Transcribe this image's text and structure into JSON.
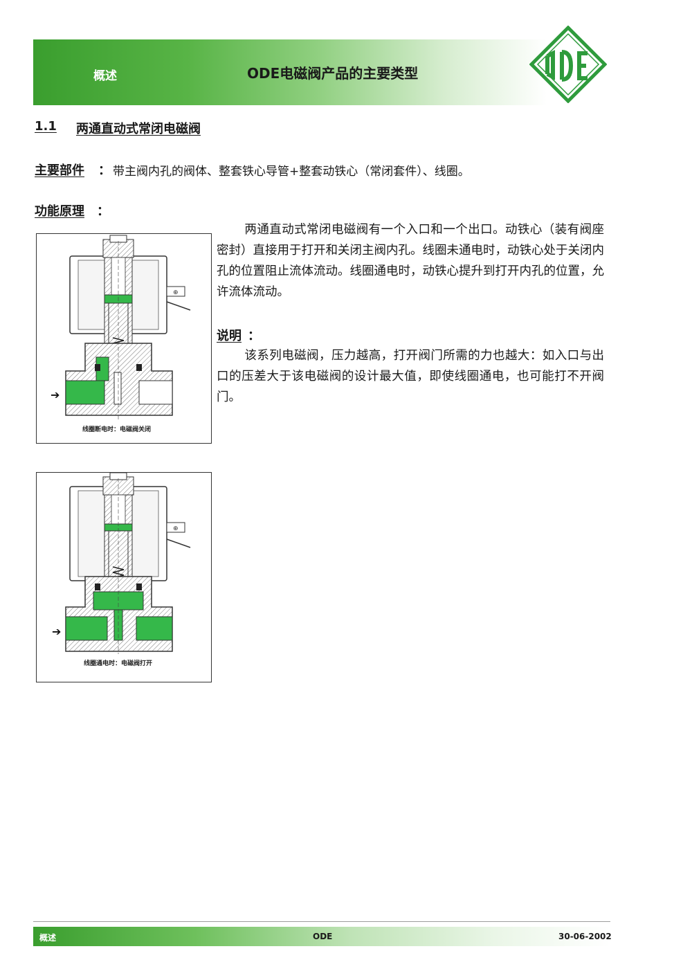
{
  "header": {
    "section": "概述",
    "title": "ODE电磁阀产品的主要类型",
    "logo_text": "ODE",
    "brand_color": "#2e9b3c"
  },
  "section": {
    "number": "1.1",
    "title": "两通直动式常闭电磁阀"
  },
  "parts": {
    "label": "主要部件",
    "colon": "：",
    "text": "带主阀内孔的阀体、整套铁心导管+整套动铁心（常闭套件）、线圈。"
  },
  "principle": {
    "label": "功能原理",
    "colon": "：",
    "text": "两通直动式常闭电磁阀有一个入口和一个出口。动铁心（装有阀座密封）直接用于打开和关闭主阀内孔。线圈未通电时，动铁心处于关闭内孔的位置阻止流体流动。线圈通电时，动铁心提升到打开内孔的位置，允许流体流动。"
  },
  "note": {
    "label": "说明",
    "colon": "：",
    "text": "该系列电磁阀，压力越高，打开阀门所需的力也越大：如入口与出口的压差大于该电磁阀的设计最大值，即使线圈通电，也可能打不开阀门。"
  },
  "figures": [
    {
      "caption": "线圈断电时：电磁阀关闭",
      "state": "closed",
      "fluid_color": "#35b84a"
    },
    {
      "caption": "线圈通电时：电磁阀打开",
      "state": "open",
      "fluid_color": "#35b84a"
    }
  ],
  "footer": {
    "left": "概述",
    "center": "ODE",
    "right": "30-06-2002"
  }
}
